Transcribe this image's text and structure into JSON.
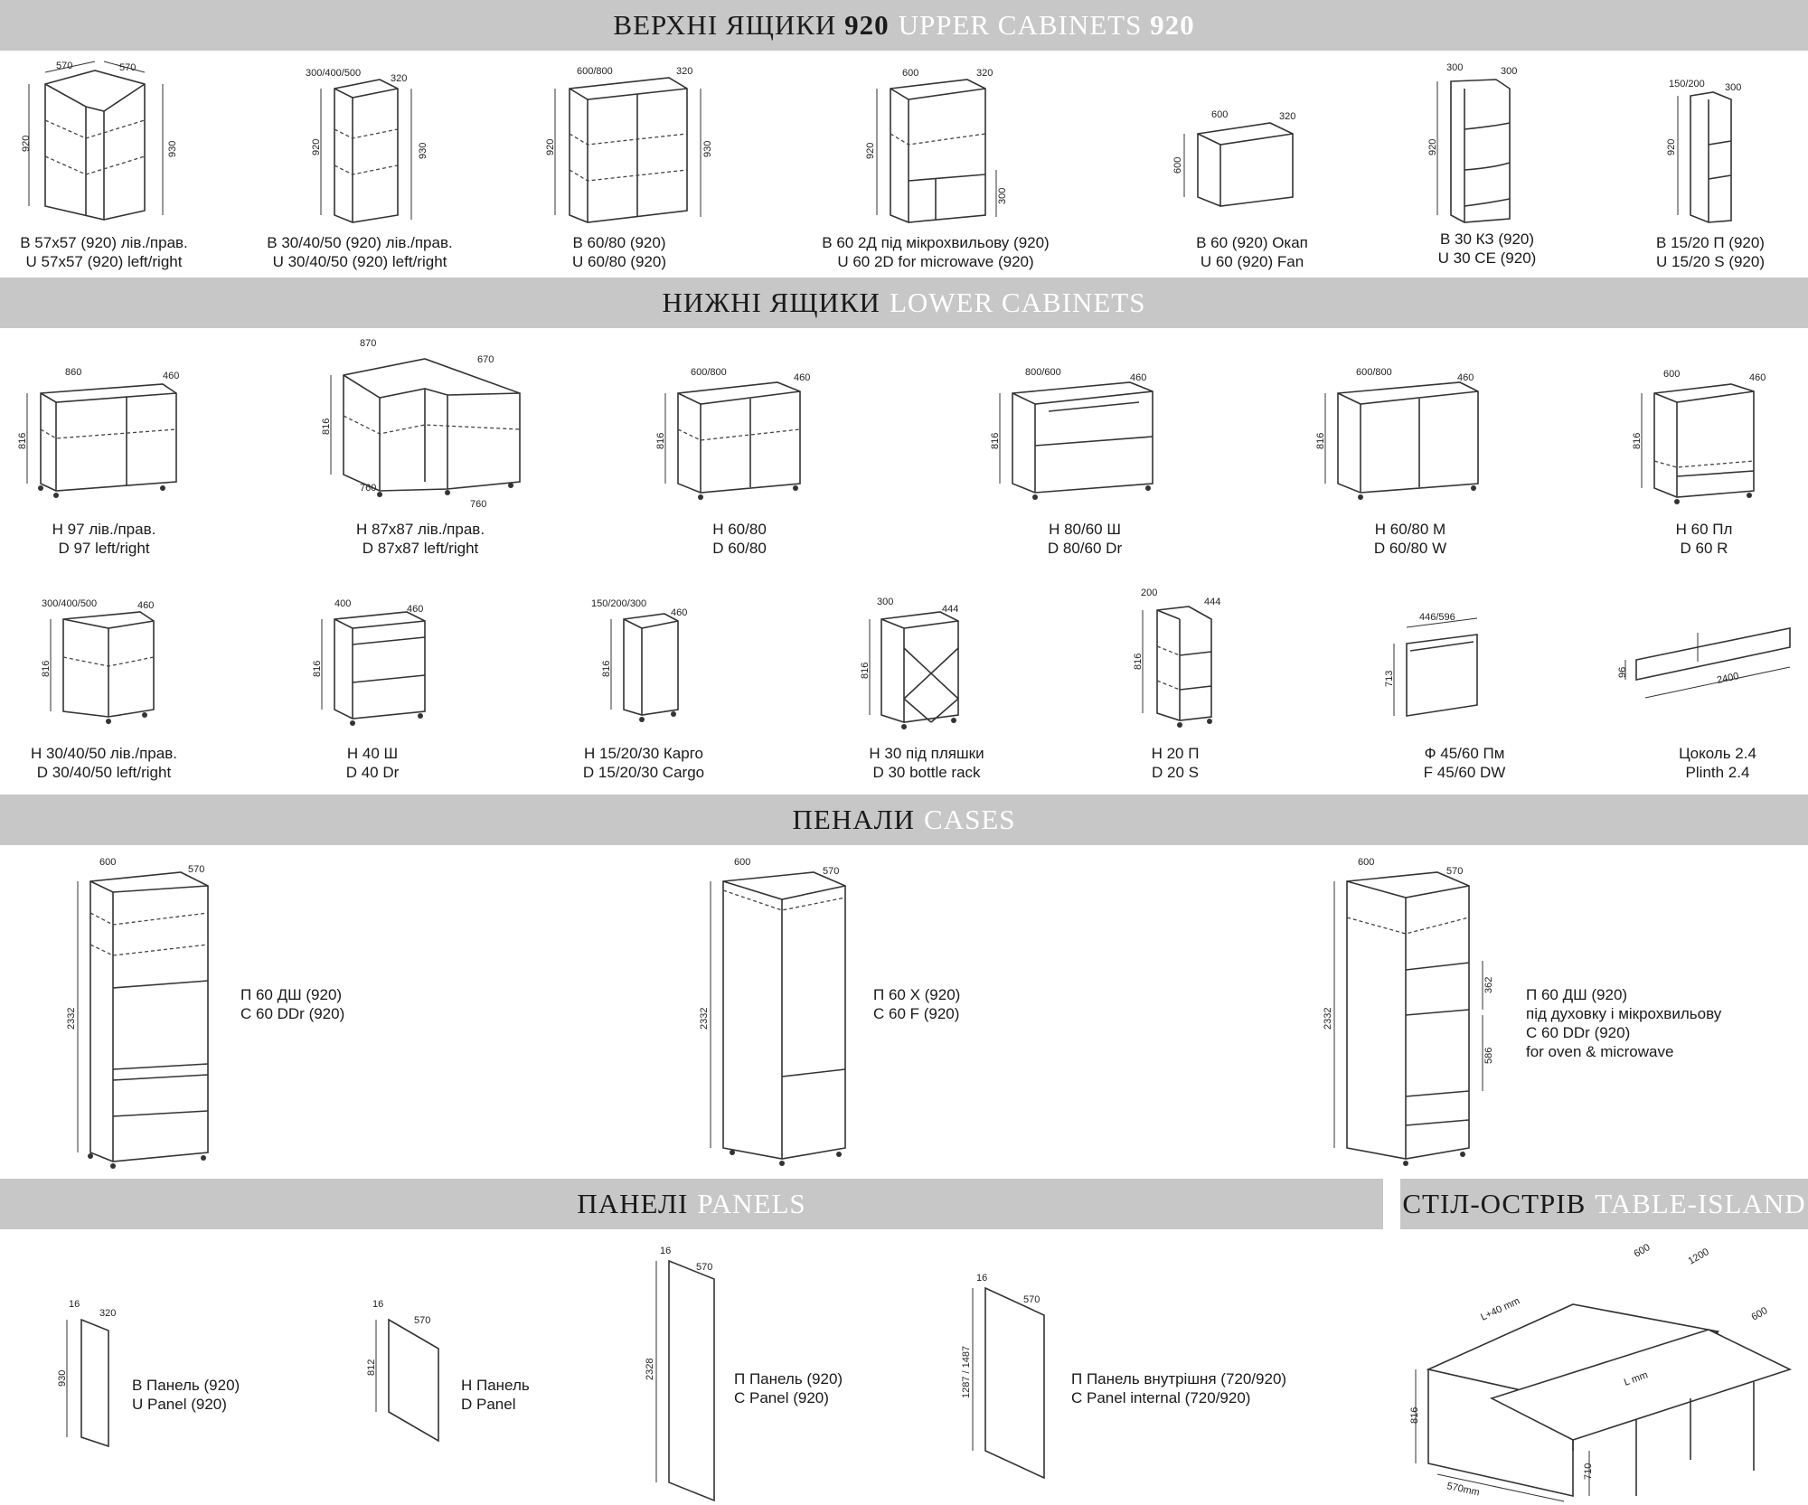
{
  "sections": {
    "upper": {
      "ua": "ВЕРХНІ ЯЩИКИ",
      "ua_num": "920",
      "en": "UPPER CABINETS",
      "en_num": "920"
    },
    "lower": {
      "ua": "НИЖНІ ЯЩИКИ",
      "en": "LOWER CABINETS"
    },
    "cases": {
      "ua": "ПЕНАЛИ",
      "en": "CASES"
    },
    "panels": {
      "ua": "ПАНЕЛІ",
      "en": "PANELS"
    },
    "table": {
      "ua": "СТІЛ-ОСТРІВ",
      "en": "TABLE-ISLAND"
    }
  },
  "upper_items": [
    {
      "ua": "В 57х57 (920) лів./прав.",
      "en": "U 57x57 (920) left/right",
      "dims": [
        "570",
        "570",
        "920",
        "930"
      ]
    },
    {
      "ua": "В 30/40/50 (920) лів./прав.",
      "en": "U 30/40/50 (920) left/right",
      "dims": [
        "300/400/500",
        "320",
        "920",
        "930"
      ]
    },
    {
      "ua": "В 60/80 (920)",
      "en": "U 60/80 (920)",
      "dims": [
        "600/800",
        "320",
        "920",
        "930"
      ]
    },
    {
      "ua": "В 60 2Д під мікрохвильову (920)",
      "en": "U 60 2D for microwave (920)",
      "dims": [
        "600",
        "320",
        "920",
        "300"
      ]
    },
    {
      "ua": "В 60 (920) Окап",
      "en": "U 60 (920) Fan",
      "dims": [
        "600",
        "320",
        "600"
      ]
    },
    {
      "ua": "В 30 КЗ (920)",
      "en": "U 30 CE (920)",
      "dims": [
        "300",
        "300",
        "920"
      ]
    },
    {
      "ua": "В 15/20 П (920)",
      "en": "U 15/20 S (920)",
      "dims": [
        "150/200",
        "300",
        "920"
      ]
    }
  ],
  "lower_items": [
    {
      "ua": "Н 97 лів./прав.",
      "en": "D 97 left/right",
      "dims": [
        "860",
        "460",
        "816"
      ]
    },
    {
      "ua": "Н 87х87 лів./прав.",
      "en": "D 87x87 left/right",
      "dims": [
        "870",
        "670",
        "816",
        "760",
        "760"
      ]
    },
    {
      "ua": "Н 60/80",
      "en": "D 60/80",
      "dims": [
        "600/800",
        "460",
        "816"
      ]
    },
    {
      "ua": "Н 80/60 Ш",
      "en": "D 80/60 Dr",
      "dims": [
        "800/600",
        "460",
        "816"
      ]
    },
    {
      "ua": "Н 60/80 М",
      "en": "D 60/80 W",
      "dims": [
        "600/800",
        "460",
        "816"
      ]
    },
    {
      "ua": "Н 60 Пл",
      "en": "D 60 R",
      "dims": [
        "600",
        "460",
        "816"
      ]
    },
    {
      "ua": "Н 30/40/50 лів./прав.",
      "en": "D 30/40/50 left/right",
      "dims": [
        "300/400/500",
        "460",
        "816"
      ]
    },
    {
      "ua": "Н 40 Ш",
      "en": "D 40 Dr",
      "dims": [
        "400",
        "460",
        "816"
      ]
    },
    {
      "ua": "Н 15/20/30 Карго",
      "en": "D 15/20/30 Cargo",
      "dims": [
        "150/200/300",
        "460",
        "816"
      ]
    },
    {
      "ua": "Н 30 під пляшки",
      "en": "D 30 bottle rack",
      "dims": [
        "300",
        "444",
        "816"
      ]
    },
    {
      "ua": "Н 20 П",
      "en": "D 20 S",
      "dims": [
        "200",
        "444",
        "816"
      ]
    },
    {
      "ua": "Ф 45/60 Пм",
      "en": "F 45/60 DW",
      "dims": [
        "446/596",
        "713"
      ]
    },
    {
      "ua": "Цоколь 2.4",
      "en": "Plinth 2.4",
      "dims": [
        "2400",
        "96"
      ]
    }
  ],
  "case_items": [
    {
      "ua": "П 60 ДШ (920)",
      "en": "C 60 DDr (920)",
      "dims": [
        "600",
        "570",
        "2332"
      ]
    },
    {
      "ua": "П 60 Х (920)",
      "en": "C 60 F (920)",
      "dims": [
        "600",
        "570",
        "2332"
      ]
    },
    {
      "ua": "П 60 ДШ (920)",
      "ua2": "під духовку і мікрохвильову",
      "en": "C 60 DDr (920)",
      "en2": "for oven & microwave",
      "dims": [
        "600",
        "570",
        "2332",
        "362",
        "586"
      ]
    }
  ],
  "panel_items": [
    {
      "ua": "В Панель (920)",
      "en": "U Panel (920)",
      "dims": [
        "16",
        "320",
        "930"
      ]
    },
    {
      "ua": "Н Панель",
      "en": "D Panel",
      "dims": [
        "16",
        "570",
        "812"
      ]
    },
    {
      "ua": "П Панель (920)",
      "en": "C Panel (920)",
      "dims": [
        "16",
        "570",
        "2328"
      ]
    },
    {
      "ua": "П Панель внутрішня (720/920)",
      "en": "C Panel internal (720/920)",
      "dims": [
        "16",
        "570",
        "1287 / 1487"
      ]
    }
  ],
  "table_island": {
    "dims": [
      "L+40 mm",
      "600",
      "1200",
      "600",
      "L mm",
      "816",
      "710",
      "570mm"
    ]
  }
}
